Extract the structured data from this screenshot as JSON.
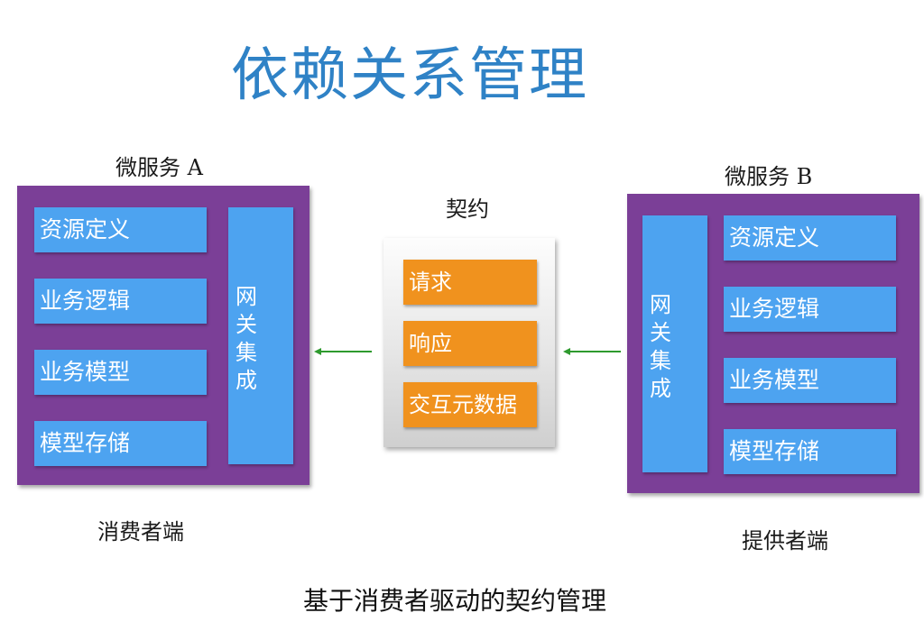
{
  "title": "依赖关系管理",
  "contract": {
    "label": "契约",
    "items": [
      "请求",
      "响应",
      "交互元数据"
    ]
  },
  "consumer": {
    "service_label": "微服务 A",
    "blocks": [
      "资源定义",
      "业务逻辑",
      "业务模型",
      "模型存储"
    ],
    "gateway": "网关集成",
    "side_label": "消费者端"
  },
  "provider": {
    "service_label": "微服务 B",
    "blocks": [
      "资源定义",
      "业务逻辑",
      "业务模型",
      "模型存储"
    ],
    "gateway": "网关集成",
    "side_label": "提供者端"
  },
  "caption": "基于消费者驱动的契约管理",
  "colors": {
    "title": "#2f82c6",
    "service_container": "#7b3f97",
    "block": "#4da3f0",
    "contract_item": "#f0921e",
    "arrow": "#2e9a2e"
  }
}
